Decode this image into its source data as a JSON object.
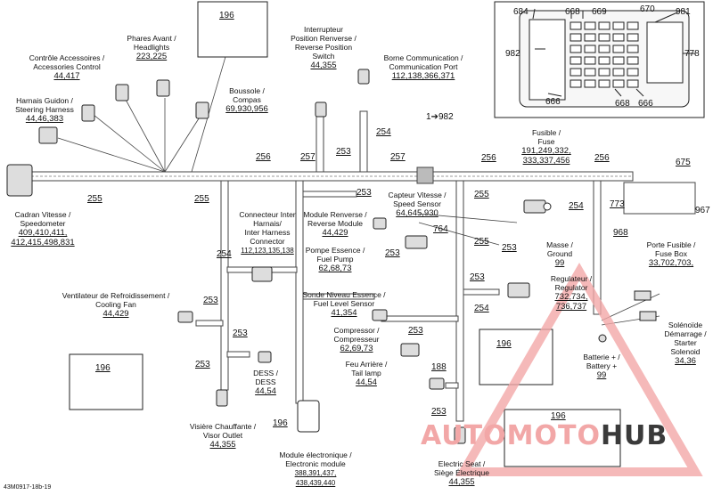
{
  "diagram_code": "43M0917-18b-19",
  "watermark": {
    "part1": "AUTOMOTO",
    "part2": "HUB"
  },
  "colors": {
    "line": "#222222",
    "wire_fill": "#ffffff",
    "watermark_red": "#f2a7a7",
    "watermark_dark": "#3a3a3a"
  },
  "components": {
    "accessories_control": {
      "name": "Contrôle Accessoires /\nAccessories Control",
      "refs": "44,417"
    },
    "headlights": {
      "name": "Phares Avant /\nHeadlights",
      "refs": "223,225"
    },
    "reverse_switch": {
      "name": "Interrupteur\nPosition Renverse /\nReverse Position\nSwitch",
      "refs": "44,355"
    },
    "comm_port": {
      "name": "Borne Communication /\nCommunication Port",
      "refs": "112,138,366,371"
    },
    "steering_harness": {
      "name": "Harnais Guidon /\nSteering Harness",
      "refs": "44,46,383"
    },
    "compass": {
      "name": "Boussole /\nCompas",
      "refs": "69,930,956"
    },
    "speedometer": {
      "name": "Cadran Vitesse /\nSpeedometer",
      "refs1": "409,410,411,",
      "refs2": "412,415,498,831"
    },
    "fuse": {
      "name": "Fusible /\nFuse",
      "refs1": "191,249,332,",
      "refs2": "333,337,456"
    },
    "inter_harness": {
      "name": "Connecteur Inter\nHarnais/\nInter Harness\nConnector",
      "refs": "112,123,135,138"
    },
    "reverse_module": {
      "name": "Module Renverse /\nReverse Module",
      "refs": "44,429"
    },
    "speed_sensor": {
      "name": "Capteur Vitesse /\nSpeed Sensor",
      "refs": "64,645,930"
    },
    "fuel_pump": {
      "name": "Pompe Essence /\nFuel Pump",
      "refs": "62,68,73"
    },
    "ground": {
      "name": "Masse /\nGround",
      "refs": "99"
    },
    "fuse_box": {
      "name": "Porte Fusible /\nFuse Box",
      "refs": "33,702,703,"
    },
    "cooling_fan": {
      "name": "Ventilateur de Refroidissement /\nCooling Fan",
      "refs": "44,429"
    },
    "fuel_level": {
      "name": "Sonde Niveau Essence /\nFuel Level Sensor",
      "refs": "41,354"
    },
    "regulator": {
      "name": "Regulateur /\nRegulator",
      "refs1": "732,734,",
      "refs2": "736,737"
    },
    "compressor": {
      "name": "Compressor /\nCompresseur",
      "refs": "62,69,73"
    },
    "starter_solenoid": {
      "name": "Solénoïde\nDémarrage /\nStarter\nSolenoid",
      "refs": "34,36"
    },
    "battery": {
      "name": "Batterie + /\nBattery +",
      "refs": "99"
    },
    "tail_lamp": {
      "name": "Feu Arrière /\nTail lamp",
      "refs": "44,54"
    },
    "dess": {
      "name": "DESS /\nDESS",
      "refs": "44,54"
    },
    "visor_outlet": {
      "name": "Visière Chauffante /\nVisor Outlet",
      "refs": "44,355"
    },
    "electronic_module": {
      "name": "Module électronique /\nElectronic module",
      "refs1": "388,391,437,",
      "refs2": "438,439,440"
    },
    "electric_seat": {
      "name": "Electric Seat /\nSiège Électrique",
      "refs": "44,355"
    }
  },
  "callouts": [
    {
      "id": "c196a",
      "text": "196"
    },
    {
      "id": "c257a",
      "text": "257"
    },
    {
      "id": "c254a",
      "text": "254"
    },
    {
      "id": "c982a",
      "text": "1➔982"
    },
    {
      "id": "c256a",
      "text": "256"
    },
    {
      "id": "c253a",
      "text": "253"
    },
    {
      "id": "c257b",
      "text": "257"
    },
    {
      "id": "c256b",
      "text": "256"
    },
    {
      "id": "c256c",
      "text": "256"
    },
    {
      "id": "c675",
      "text": "675"
    },
    {
      "id": "c255a",
      "text": "255"
    },
    {
      "id": "c255b",
      "text": "255"
    },
    {
      "id": "c253b",
      "text": "253"
    },
    {
      "id": "c255c",
      "text": "255"
    },
    {
      "id": "c764",
      "text": "764"
    },
    {
      "id": "c253c",
      "text": "253"
    },
    {
      "id": "c254b",
      "text": "254"
    },
    {
      "id": "c773",
      "text": "773"
    },
    {
      "id": "c967",
      "text": "967"
    },
    {
      "id": "c968",
      "text": "968"
    },
    {
      "id": "c254c",
      "text": "254"
    },
    {
      "id": "c253d",
      "text": "253"
    },
    {
      "id": "c255d",
      "text": "255"
    },
    {
      "id": "c253e",
      "text": "253"
    },
    {
      "id": "c253f",
      "text": "253"
    },
    {
      "id": "c254d",
      "text": "254"
    },
    {
      "id": "c253g",
      "text": "253"
    },
    {
      "id": "c253h",
      "text": "253"
    },
    {
      "id": "c196b",
      "text": "196"
    },
    {
      "id": "c196c",
      "text": "196"
    },
    {
      "id": "c188",
      "text": "188"
    },
    {
      "id": "c253i",
      "text": "253"
    },
    {
      "id": "c196d",
      "text": "196"
    },
    {
      "id": "c196e",
      "text": "196"
    }
  ],
  "fuse_box_detail": [
    "684",
    "668",
    "669",
    "670",
    "981",
    "982",
    "778",
    "666",
    "668",
    "666"
  ]
}
